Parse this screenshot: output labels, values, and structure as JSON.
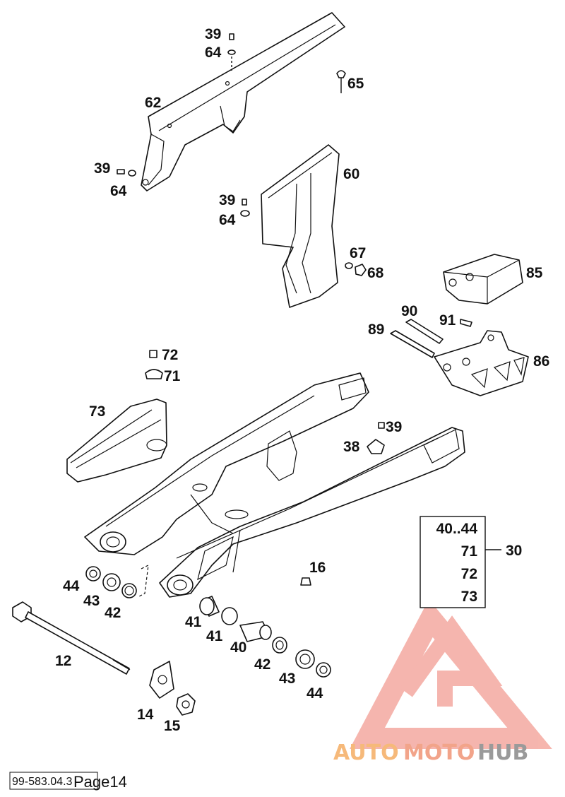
{
  "document_code": "99-583.04.3",
  "page_label": "Page14",
  "watermark": {
    "word1": "AUTO",
    "word2": "MOTO",
    "word3": "HUB"
  },
  "callouts": {
    "c39a": "39",
    "c64a": "64",
    "c65": "65",
    "c62": "62",
    "c39b": "39",
    "c64b": "64",
    "c60": "60",
    "c39c": "39",
    "c64c": "64",
    "c67": "67",
    "c68": "68",
    "c85": "85",
    "c90": "90",
    "c91": "91",
    "c89": "89",
    "c86": "86",
    "c72": "72",
    "c71": "71",
    "c73": "73",
    "c39d": "39",
    "c38": "38",
    "c16": "16",
    "c44a": "44",
    "c43a": "43",
    "c42a": "42",
    "c41a": "41",
    "c41b": "41",
    "c40": "40",
    "c42b": "42",
    "c43b": "43",
    "c44b": "44",
    "c12": "12",
    "c14": "14",
    "c15": "15"
  },
  "kit_box": {
    "rows": [
      "40..44",
      "71",
      "72",
      "73"
    ],
    "kit_number": "30"
  },
  "colors": {
    "line": "#111111",
    "wm_orange": "#f6b97a",
    "wm_salmon": "#f2a48a",
    "wm_gray": "#9a9a9a",
    "wm_logo": "#f4a9a0"
  }
}
